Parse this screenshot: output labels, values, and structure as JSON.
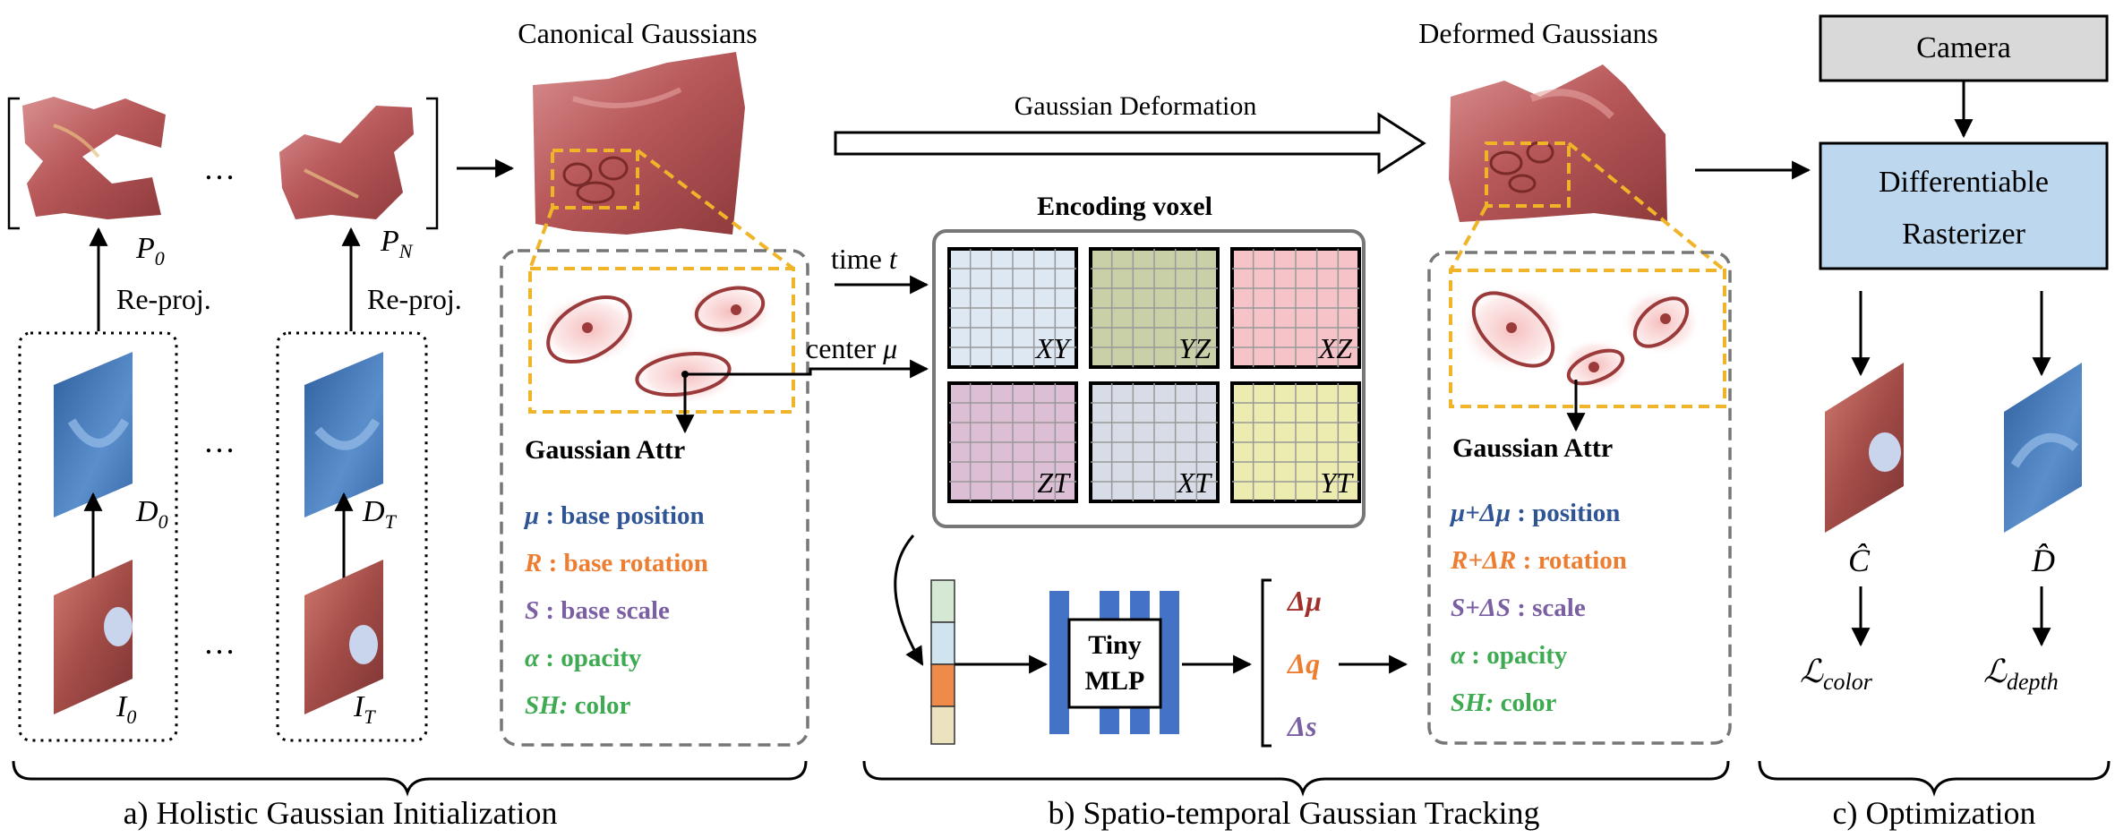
{
  "titles": {
    "canonical": "Canonical Gaussians",
    "deformed": "Deformed Gaussians",
    "encoding_voxel": "Encoding voxel",
    "gaussian_deformation": "Gaussian Deformation"
  },
  "init": {
    "p0": "P",
    "p0_sub": "0",
    "pn": "P",
    "pn_sub": "N",
    "reproj_left": "Re-proj.",
    "reproj_right": "Re-proj.",
    "d0": "D",
    "d0_sub": "0",
    "dt": "D",
    "dt_sub": "T",
    "i0": "I",
    "i0_sub": "0",
    "it": "I",
    "it_sub": "T",
    "ellipsis": "…"
  },
  "inputs": {
    "time_label": "time ",
    "time_var": "t",
    "center_label": "center ",
    "center_var": "μ"
  },
  "voxel_planes": [
    {
      "label": "XY",
      "color": "#dde8f3"
    },
    {
      "label": "YZ",
      "color": "#c9d0a8"
    },
    {
      "label": "XZ",
      "color": "#f6c3c8"
    },
    {
      "label": "ZT",
      "color": "#dcbfd5"
    },
    {
      "label": "XT",
      "color": "#d8dce7"
    },
    {
      "label": "YT",
      "color": "#ecebb0"
    }
  ],
  "canonical_attr": {
    "heading": "Gaussian Attr",
    "items": [
      {
        "sym": "μ",
        "text": " : base position",
        "color": "#2f5597"
      },
      {
        "sym": "R",
        "text": " : base rotation",
        "color": "#ed7d31"
      },
      {
        "sym": "S",
        "text": " : base scale",
        "color": "#7a5fa3"
      },
      {
        "sym": "α",
        "text": " : opacity",
        "color": "#3eaa52"
      },
      {
        "sym": "SH:",
        "text": " color",
        "color": "#3eaa52"
      }
    ]
  },
  "deformed_attr": {
    "heading": "Gaussian Attr",
    "items": [
      {
        "sym": "μ+Δμ",
        "text": " : position",
        "color": "#2f5597"
      },
      {
        "sym": "R+ΔR",
        "text": " : rotation",
        "color": "#ed7d31"
      },
      {
        "sym": "S+ΔS",
        "text": " : scale",
        "color": "#7a5fa3"
      },
      {
        "sym": "α",
        "text": " : opacity",
        "color": "#3eaa52"
      },
      {
        "sym": "SH:",
        "text": " color",
        "color": "#3eaa52"
      }
    ]
  },
  "mlp": {
    "line1": "Tiny",
    "line2": "MLP",
    "outputs": [
      {
        "text": "Δμ",
        "color": "#a0302a"
      },
      {
        "text": "Δq",
        "color": "#ed7d31"
      },
      {
        "text": "Δs",
        "color": "#7a5fa3"
      }
    ]
  },
  "optimization": {
    "camera": "Camera",
    "rasterizer_line1": "Differentiable",
    "rasterizer_line2": "Rasterizer",
    "c_hat": "Ĉ",
    "d_hat": "D̂",
    "loss_color_sym": "ℒ",
    "loss_color_sub": "color",
    "loss_depth_sym": "ℒ",
    "loss_depth_sub": "depth"
  },
  "sections": {
    "a": "a) Holistic Gaussian Initialization",
    "b": "b) Spatio-temporal Gaussian Tracking",
    "c": "c) Optimization"
  },
  "colors": {
    "orange_dash": "#f0b428",
    "gray_dash": "#777777",
    "gaussian": "#9b3a3a",
    "camera_fill": "#d9d9d9",
    "rasterizer_fill": "#bdd7ee",
    "mlp_blue": "#4472c4",
    "depth_blue": "#3e73b5",
    "tissue": "#c06a6a"
  }
}
